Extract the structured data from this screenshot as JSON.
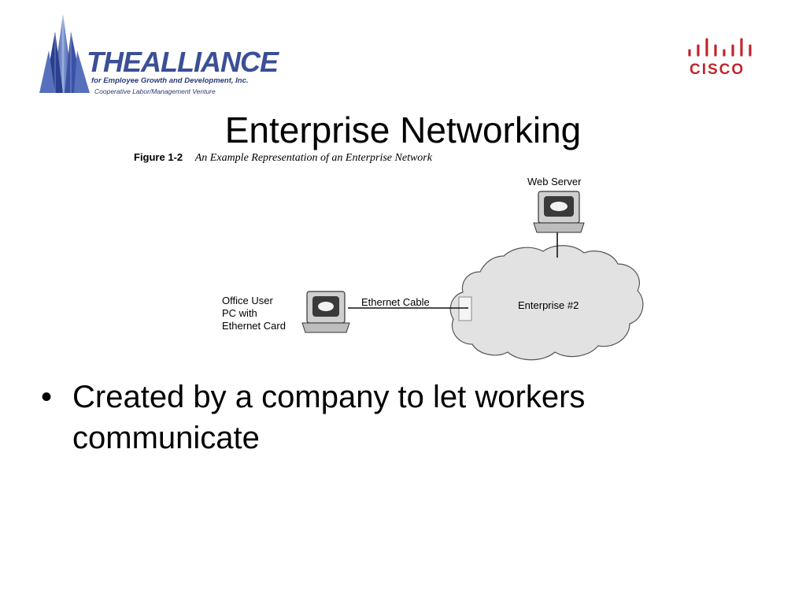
{
  "logos": {
    "alliance": {
      "name": "THEALLIANCE",
      "tagline": "for Employee Growth and Development, Inc.",
      "subtitle": "Cooperative Labor/Management Venture",
      "icon": "building-towers-icon",
      "color": "#3b4f96"
    },
    "cisco": {
      "name": "CISCO",
      "icon": "cisco-bars-icon",
      "color": "#c0252c"
    }
  },
  "slide": {
    "title": "Enterprise Networking",
    "figure": {
      "label": "Figure 1-2",
      "caption": "An Example Representation of an Enterprise Network",
      "nodes": {
        "web_server": "Web Server",
        "office_user": [
          "Office User",
          "PC with",
          "Ethernet Card"
        ],
        "cable": "Ethernet Cable",
        "cloud": "Enterprise #2"
      }
    },
    "bullets": [
      {
        "marker": "•",
        "text": "Created by a company to let workers communicate"
      }
    ]
  }
}
